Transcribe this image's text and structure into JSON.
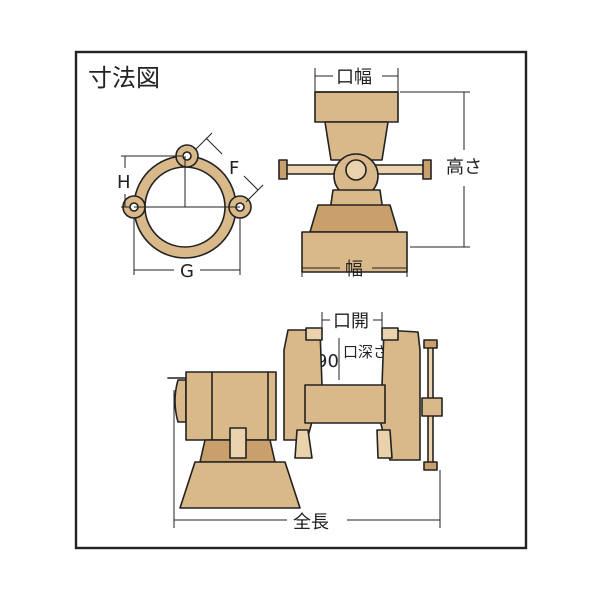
{
  "title": "寸法図",
  "labels": {
    "h": "H",
    "f": "F",
    "g": "G",
    "jaw_width": "口幅",
    "height": "高さ",
    "width": "幅",
    "jaw_opening": "口開",
    "jaw_depth": "口深さ",
    "ninety": "90",
    "overall_length": "全長"
  },
  "colors": {
    "body": "#d9b88a",
    "body_dark": "#c9a06c",
    "line": "#222222"
  }
}
